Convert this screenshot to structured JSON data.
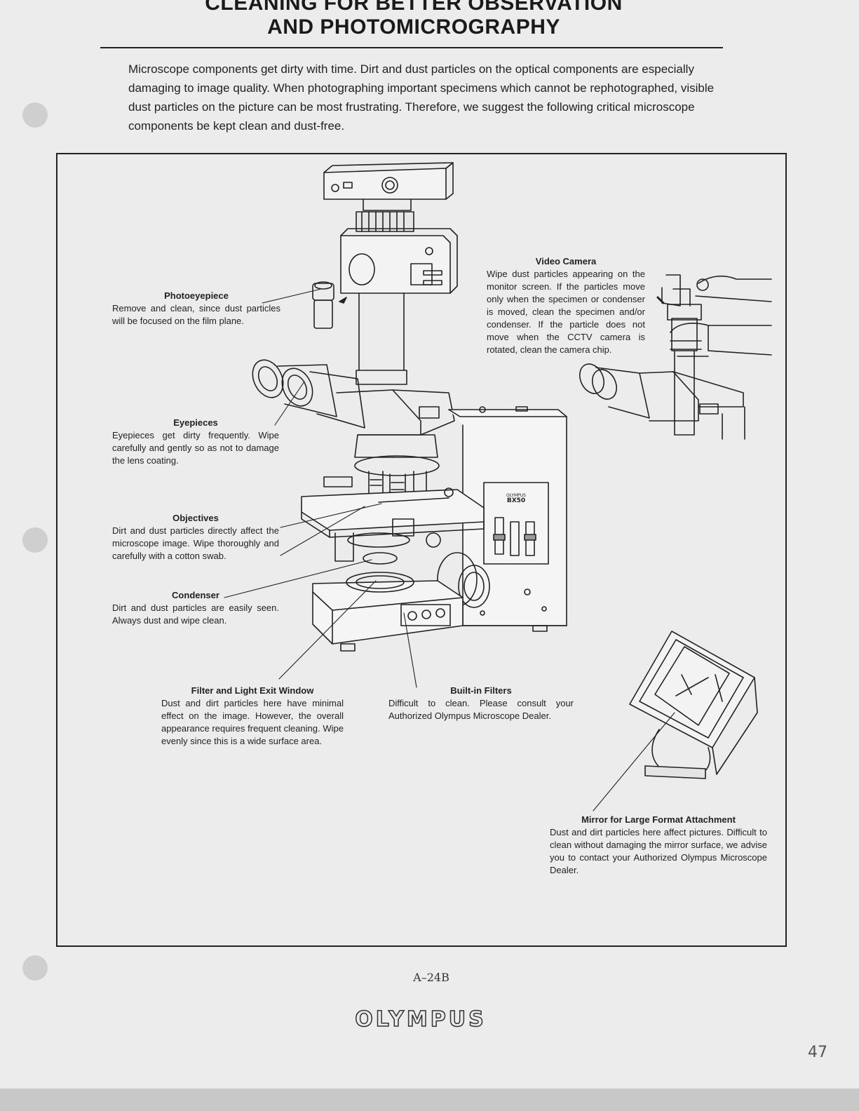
{
  "document": {
    "title_line1": "CLEANING FOR BETTER OBSERVATION",
    "title_line2": "AND PHOTOMICROGRAPHY",
    "intro": "Microscope components get dirty with time. Dirt and dust particles on the optical components are especially damaging to image quality. When photographing important specimens which cannot be rephotographed, visible dust particles on the picture can be most frustrating. Therefore, we suggest the following critical microscope components be kept clean and dust-free."
  },
  "diagram": {
    "model_label": "BX50",
    "brand_small": "OLYMPUS"
  },
  "callouts": {
    "photoeyepiece": {
      "title": "Photoeyepiece",
      "text": "Remove and clean, since dust particles will be focused on the film plane."
    },
    "eyepieces": {
      "title": "Eyepieces",
      "text": "Eyepieces get dirty frequently. Wipe carefully and gently so as not to damage the lens coating."
    },
    "objectives": {
      "title": "Objectives",
      "text": "Dirt and dust particles directly affect the microscope image. Wipe thoroughly and carefully with a cotton swab."
    },
    "condenser": {
      "title": "Condenser",
      "text": "Dirt and dust particles are easily seen. Always dust and wipe clean."
    },
    "filter_window": {
      "title": "Filter and Light Exit Window",
      "text": "Dust and dirt particles here have minimal effect on the image. However, the overall appearance requires frequent cleaning. Wipe evenly since this is a wide surface area."
    },
    "builtin_filters": {
      "title": "Built-in Filters",
      "text": "Difficult to clean. Please consult your Authorized Olympus Microscope Dealer."
    },
    "video_camera": {
      "title": "Video Camera",
      "text": "Wipe dust particles appearing on the monitor screen. If the particles move only when the specimen or condenser is moved, clean the specimen and/or condenser. If the particle does not move when the CCTV camera is rotated, clean the camera chip."
    },
    "mirror": {
      "title": "Mirror for Large Format Attachment",
      "text": "Dust and dirt particles here affect pictures. Difficult to clean without damaging the mirror surface, we advise you to contact your Authorized Olympus Microscope Dealer."
    }
  },
  "footer": {
    "page_number": "A–24B",
    "logo": "OLYMPUS",
    "handwritten_number": "47"
  }
}
